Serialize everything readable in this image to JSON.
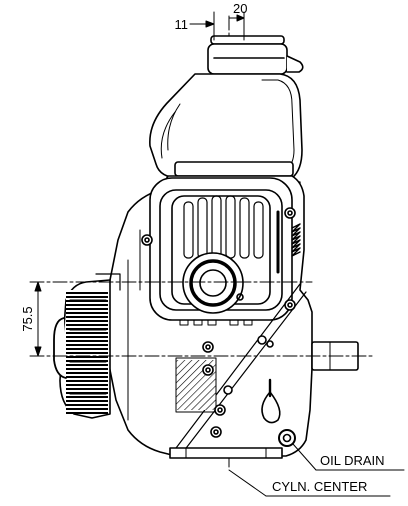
{
  "dimensions": {
    "top_offset_small": "11",
    "top_offset_large": "20",
    "side_height": "75.5"
  },
  "callouts": {
    "oil_drain": "OIL DRAIN",
    "cyln_center": "CYLN. CENTER"
  },
  "colors": {
    "line": "#000000",
    "background": "#ffffff"
  }
}
